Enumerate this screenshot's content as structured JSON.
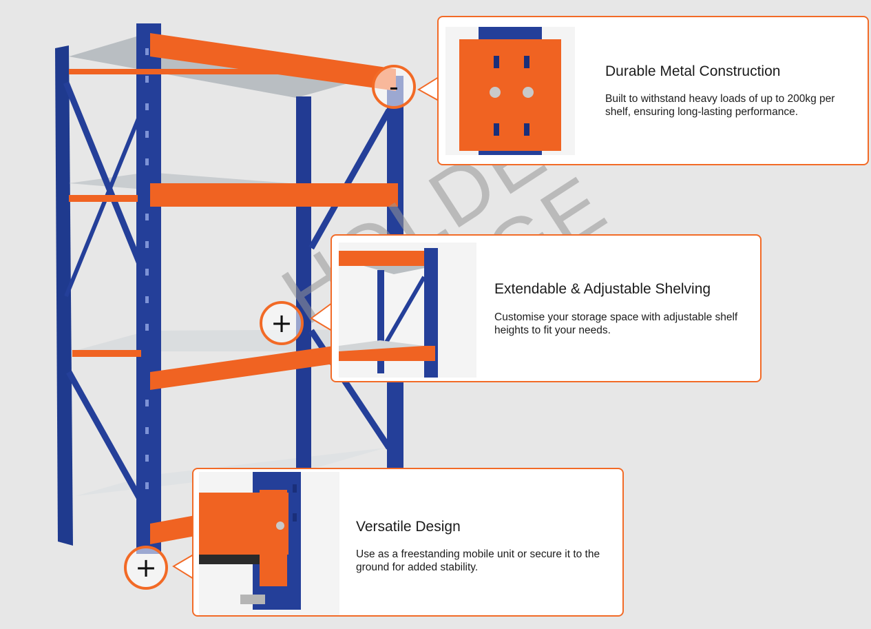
{
  "colors": {
    "accent": "#f26a26",
    "rack_blue": "#243f99",
    "beam_orange": "#f06322",
    "panel_grey": "#d9dcde"
  },
  "watermark": {
    "line1": "HOLDER",
    "line2": "IMAGE"
  },
  "hotspots": [
    {
      "symbol": "-",
      "state": "expanded"
    },
    {
      "symbol": "+",
      "state": "collapsed"
    },
    {
      "symbol": "+",
      "state": "collapsed"
    }
  ],
  "features": [
    {
      "title": "Durable Metal Construction",
      "description": "Built to withstand heavy loads of up to 200kg per shelf, ensuring long-lasting performance."
    },
    {
      "title": "Extendable & Adjustable Shelving",
      "description": "Customise your storage space with adjustable shelf heights to fit your needs."
    },
    {
      "title": "Versatile Design",
      "description": "Use as a freestanding mobile unit or secure it to the ground for added stability."
    }
  ]
}
